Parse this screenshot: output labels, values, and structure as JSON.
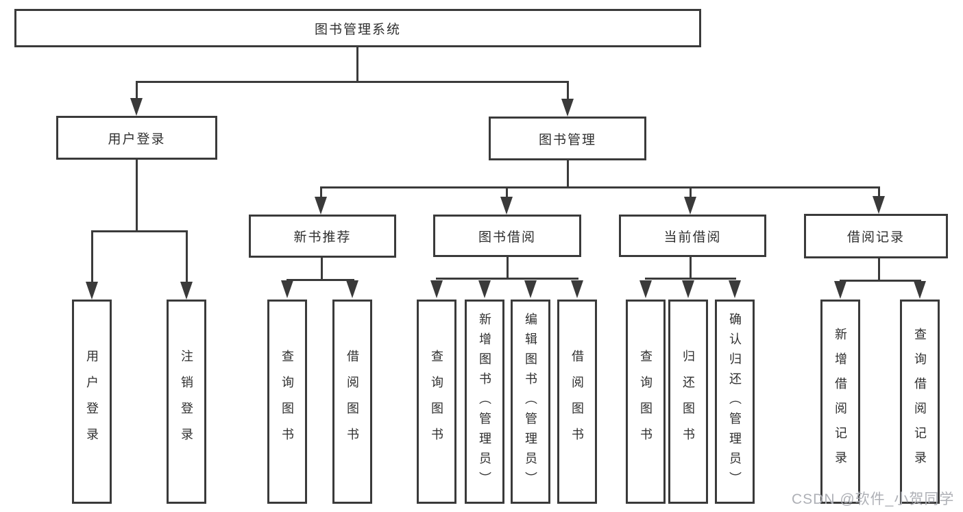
{
  "diagram": {
    "title": "图书管理系统",
    "level1": {
      "user_login": "用户登录",
      "book_mgmt": "图书管理"
    },
    "level2": {
      "new_book_rec": "新书推荐",
      "book_borrow": "图书借阅",
      "current_borrow": "当前借阅",
      "borrow_record": "借阅记录"
    },
    "leaves": {
      "user_login": "用户登录",
      "logout": "注销登录",
      "nb_query_book": "查询图书",
      "nb_borrow_book": "借阅图书",
      "bb_query_book": "查询图书",
      "bb_add_book": "新增图书（管理员）",
      "bb_edit_book": "编辑图书（管理员）",
      "bb_borrow_book": "借阅图书",
      "cb_query_book": "查询图书",
      "cb_return_book": "归还图书",
      "cb_confirm_return": "确认归还（管理员）",
      "br_add_record": "新增借阅记录",
      "br_query_record": "查询借阅记录"
    }
  },
  "watermark": "CSDN @软件_小贺同学",
  "colors": {
    "line": "#3a3a3a",
    "text": "#2f2f2f",
    "background": "#ffffff",
    "watermark": "#aeb0b6"
  }
}
